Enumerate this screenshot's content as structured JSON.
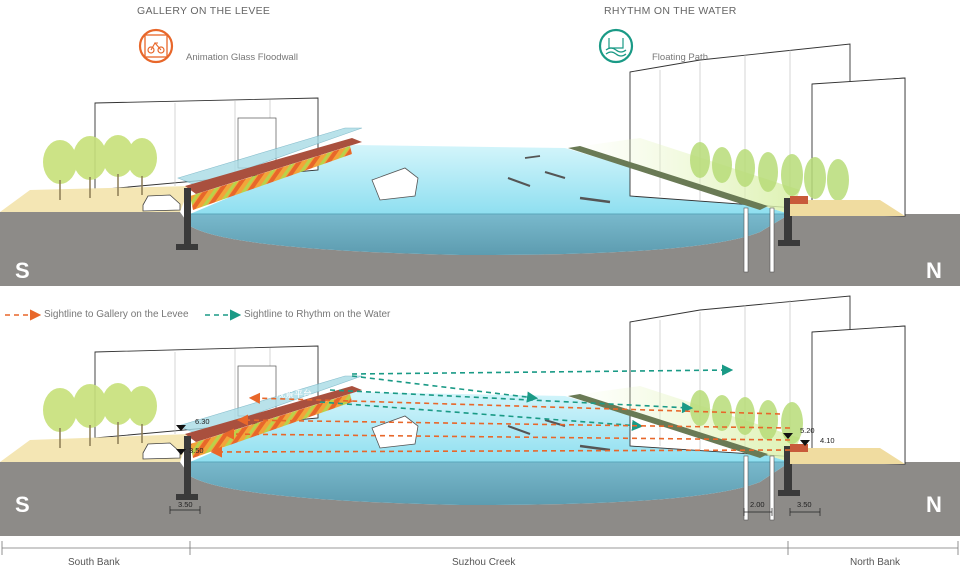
{
  "panel_top": {
    "left_heading": "GALLERY ON THE LEVEE",
    "left_caption": "Animation Glass Floodwall",
    "left_icon": "bicycle-icon",
    "right_heading": "RHYTHM ON THE WATER",
    "right_caption": "Floating Path",
    "right_icon": "floating-path-icon",
    "south": "S",
    "north": "N"
  },
  "legend": {
    "orange_label": "Sightline to Gallery on the Levee",
    "teal_label": "Sightline to Rhythm on the Water",
    "orange_color": "#e8672a",
    "teal_color": "#1a9a86"
  },
  "panel_bottom": {
    "south": "S",
    "north": "N",
    "chinese_label": "观景平台",
    "dims": {
      "s_top": "6.30",
      "s_water": "3.50",
      "s_width": "3.50",
      "n_top": "5.20",
      "n_water": "4.10",
      "n_float": "2.00",
      "n_width": "3.50"
    }
  },
  "scale_bar": {
    "south_bank": "South Bank",
    "creek": "Suzhou Creek",
    "north_bank": "North Bank"
  }
}
